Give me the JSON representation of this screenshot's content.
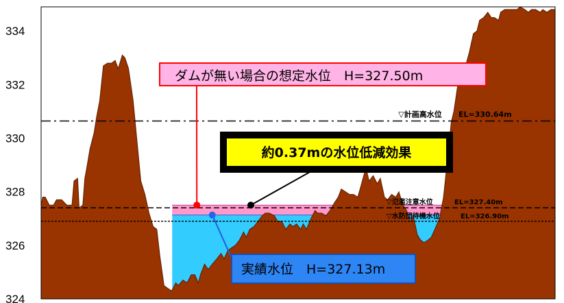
{
  "chart_data": {
    "type": "area",
    "title": "",
    "xlabel": "",
    "ylabel": "",
    "ylim": [
      324,
      334.9
    ],
    "yticks": [
      324,
      326,
      328,
      330,
      332,
      334
    ],
    "grid": false,
    "colors": {
      "terrain": "#993300",
      "actual_water": "#33CCFF",
      "no_dam_band": "#FF99CC",
      "no_dam_box": "#FFB3E6",
      "actual_box": "#2E86F5",
      "effect_box": "#FFFF00"
    },
    "terrain_profile": {
      "x": [
        0,
        0.3,
        0.8,
        1.6,
        2.4,
        3.0,
        4.0,
        5.0,
        6.0,
        6.4,
        7.1,
        7.4,
        8.1,
        8.5,
        8.8,
        9.5,
        10.3,
        10.8,
        11.4,
        12.1,
        12.9,
        13.7,
        14.4,
        15.0,
        15.8,
        16.3,
        17.0,
        17.9,
        18.6,
        19.4,
        20.2,
        21.0,
        21.8,
        22.5,
        23.1,
        23.9,
        24.6,
        25.4,
        26.2,
        26.7,
        27.6,
        28.4,
        29.2,
        29.9,
        30.6,
        31.0,
        31.8,
        32.5,
        33.3,
        34.2,
        35.0,
        35.6,
        36.3,
        37.0,
        37.8,
        38.6,
        39.4,
        39.9,
        40.6,
        41.4,
        42.2,
        43.0,
        43.6,
        44.4,
        45.4,
        46.0,
        46.8,
        47.6,
        48.4,
        49.0,
        49.7,
        50.5,
        51.0,
        51.6,
        52.5,
        53.3,
        53.8,
        54.6,
        55.4,
        56.2,
        57.1,
        57.8,
        58.4,
        59.2,
        60.0,
        60.8,
        61.6,
        62.2,
        63.2,
        63.8,
        64.6,
        65.4,
        66.0,
        66.8,
        67.4,
        68.2,
        69.0,
        69.6,
        70.4,
        71.1,
        71.8,
        72.4,
        73.2,
        73.8,
        74.5,
        75.3,
        75.9,
        76.6,
        77.5,
        78.3,
        79.0,
        79.8,
        80.3,
        81.0,
        81.8,
        82.3,
        83.3,
        84.1,
        84.8,
        85.3,
        86.1,
        86.9,
        87.6,
        88.2,
        89.0,
        89.4,
        90.2,
        91.0,
        91.8,
        92.6,
        93.2,
        94.1,
        94.8,
        95.4,
        96.2,
        97.1,
        97.6,
        98.4,
        99.2,
        100
      ],
      "y": [
        327.5,
        327.8,
        327.8,
        327.5,
        327.5,
        327.7,
        327.7,
        327.5,
        327.5,
        328.4,
        328.5,
        327.4,
        327.5,
        328.5,
        328.8,
        329.6,
        330.2,
        330.8,
        331.4,
        332.7,
        332.8,
        332.8,
        332.9,
        332.6,
        333.1,
        333.0,
        332.6,
        331.4,
        330.0,
        328.4,
        327.9,
        327.2,
        326.7,
        326.6,
        325.6,
        324.5,
        324.4,
        324.3,
        324.6,
        324.5,
        324.7,
        324.6,
        324.9,
        324.9,
        324.6,
        324.9,
        325.3,
        325.1,
        325.3,
        325.5,
        325.7,
        325.5,
        325.8,
        325.9,
        326.0,
        326.2,
        326.5,
        326.3,
        326.6,
        326.7,
        326.9,
        327.1,
        327.2,
        327.2,
        327.1,
        326.9,
        326.9,
        326.6,
        326.8,
        326.7,
        326.8,
        326.6,
        326.8,
        326.6,
        327.0,
        327.3,
        327.2,
        327.2,
        327.1,
        327.3,
        327.6,
        327.8,
        328.1,
        328.0,
        327.9,
        327.9,
        327.8,
        328.2,
        328.9,
        328.4,
        328.6,
        328.3,
        328.5,
        327.8,
        327.7,
        327.9,
        327.8,
        328.0,
        327.5,
        327.3,
        326.9,
        327.1,
        326.4,
        326.2,
        326.1,
        326.2,
        326.3,
        326.6,
        327.0,
        327.8,
        329.1,
        330.6,
        331.0,
        331.9,
        332.3,
        332.5,
        333.2,
        333.9,
        334.0,
        334.4,
        334.5,
        334.7,
        334.5,
        334.5,
        334.4,
        334.7,
        334.8,
        334.8,
        334.8,
        334.8,
        334.9,
        334.8,
        334.7,
        334.8,
        334.8,
        334.7,
        334.8,
        334.7,
        334.8,
        334.8
      ],
      "note_x": ""
    },
    "water_levels": {
      "actual": 327.13,
      "no_dam": 327.5
    },
    "reference_lines": [
      {
        "id": "keikaku",
        "label": "▽計画高水位",
        "value_text": "EL=330.64m",
        "value": 330.64,
        "style": "dashdot"
      },
      {
        "id": "hanran",
        "label": "▽氾濫注意水位",
        "value_text": "EL=327.40m",
        "value": 327.4,
        "style": "dashed"
      },
      {
        "id": "suibou",
        "label": "▽水防団待機水位",
        "value_text": "EL=326.90m",
        "value": 326.9,
        "style": "dotted"
      }
    ],
    "annotations": {
      "no_dam": {
        "text": "ダムが無い場合の想定水位　H=327.50m"
      },
      "effect": {
        "text": "約0.37mの水位低減効果"
      },
      "actual": {
        "text": "実績水位　H=327.13m"
      }
    }
  }
}
